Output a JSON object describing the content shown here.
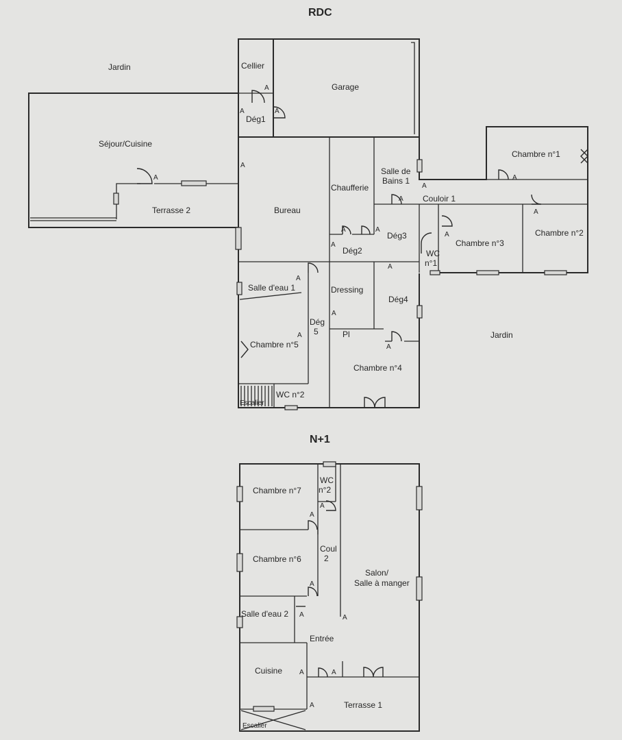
{
  "rdc": {
    "title": "RDC",
    "rooms": {
      "jardin_nw": "Jardin",
      "cellier": "Cellier",
      "garage": "Garage",
      "deg1": "Dég1",
      "sejour": "Séjour/Cuisine",
      "terrasse2": "Terrasse 2",
      "bureau": "Bureau",
      "chaufferie": "Chaufferie",
      "sdb1_a": "Salle de",
      "sdb1_b": "Bains 1",
      "couloir1": "Couloir 1",
      "chambre1": "Chambre n°1",
      "chambre2": "Chambre n°2",
      "chambre3": "Chambre n°3",
      "deg2": "Dég2",
      "deg3": "Dég3",
      "wc1_a": "WC",
      "wc1_b": "n°1",
      "salle_eau1": "Salle d'eau 1",
      "dressing": "Dressing",
      "deg4": "Dég4",
      "deg5_a": "Dég",
      "deg5_b": "5",
      "pl": "Pl",
      "jardin_e": "Jardin",
      "chambre5": "Chambre n°5",
      "chambre4": "Chambre n°4",
      "wc2": "WC n°2",
      "escalier": "Escalier"
    }
  },
  "n1": {
    "title": "N+1",
    "rooms": {
      "chambre7": "Chambre n°7",
      "wc_a": "WC",
      "wc_b": "n°2",
      "chambre6": "Chambre n°6",
      "couloir_a": "Coul",
      "couloir_b": "2",
      "salon_a": "Salon/",
      "salon_b": "Salle à manger",
      "salle_eau2": "Salle d'eau 2",
      "entree": "Entrée",
      "cuisine": "Cuisine",
      "terrasse1": "Terrasse 1",
      "escalier": "Escalier"
    }
  },
  "door_marker": "A"
}
